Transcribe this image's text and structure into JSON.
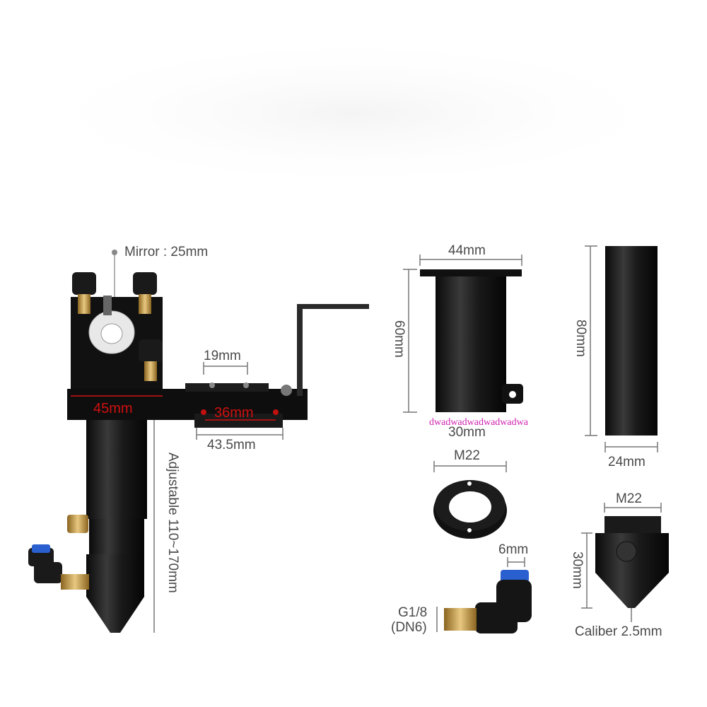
{
  "labels": {
    "mirror": "Mirror : 25mm",
    "dim_19": "19mm",
    "dim_45": "45mm",
    "dim_36": "36mm",
    "dim_43_5": "43.5mm",
    "adjustable": "Adjustable 110~170mm",
    "tube_top": "44mm",
    "tube_height": "60mm",
    "tube_bottom": "30mm",
    "watermark": "dwadwadwadwadwadwa",
    "long_tube_height": "80mm",
    "long_tube_width": "24mm",
    "ring_thread": "M22",
    "fitting_size": "6mm",
    "fitting_thread_line1": "G1/8",
    "fitting_thread_line2": "(DN6)",
    "nozzle_thread": "M22",
    "nozzle_height": "30mm",
    "nozzle_caliber": "Caliber 2.5mm"
  },
  "colors": {
    "body": "#151515",
    "brass": "#c9a04a",
    "dim_line": "#777777",
    "accent_red": "#d01010",
    "fitting_blue": "#2a5fd0"
  }
}
